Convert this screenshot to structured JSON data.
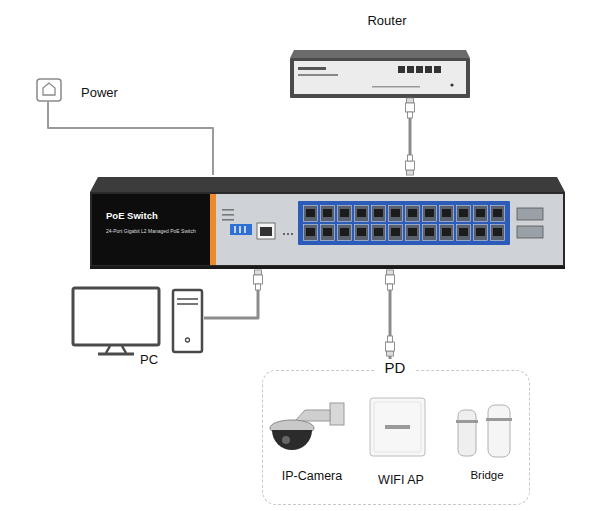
{
  "diagram": {
    "nodes": [
      {
        "text": [
          "Router"
        ]
      },
      {
        "text": [
          "Power"
        ]
      },
      {
        "text": [
          "PoE Switch",
          "24-Port Gigabit L2 Managed PoE Switch"
        ]
      },
      {
        "text": [
          "PC"
        ]
      },
      {
        "text": [
          "PD"
        ]
      },
      {
        "text": [
          "IP-Camera"
        ],
        "in": 4
      },
      {
        "text": [
          "WIFI AP"
        ],
        "in": 4
      },
      {
        "text": [
          "Bridge"
        ],
        "in": 4
      }
    ],
    "edges": [
      {
        "from": 0,
        "to": 2,
        "arrow": "none"
      },
      {
        "from": 1,
        "to": 2,
        "arrow": "none"
      },
      {
        "from": 2,
        "to": 3,
        "arrow": "none"
      },
      {
        "from": 2,
        "to": 4,
        "arrow": "none"
      }
    ]
  }
}
